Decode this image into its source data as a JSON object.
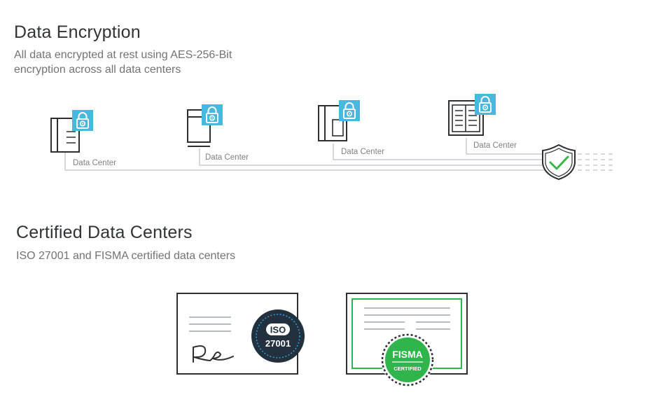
{
  "encryption": {
    "title": "Data Encryption",
    "description_line1": "All data encrypted at rest using AES-256-Bit",
    "description_line2": "encryption across all data centers",
    "data_centers": [
      {
        "label": "Data Center"
      },
      {
        "label": "Data Center"
      },
      {
        "label": "Data Center"
      },
      {
        "label": "Data Center"
      }
    ]
  },
  "certification": {
    "title": "Certified Data Centers",
    "description": "ISO 27001 and FISMA certified data centers",
    "iso_badge": {
      "line1": "ISO",
      "line2": "27001"
    },
    "fisma_badge": {
      "line1": "FISMA",
      "line2": "CERTIFIED"
    }
  },
  "colors": {
    "lock_blue": "#49b8de",
    "shield_green": "#3bb54a",
    "fisma_green": "#2fb54b",
    "iso_dark": "#23303d",
    "line_gray": "#c7ccd0"
  },
  "icons": [
    "server-icon",
    "padlock-icon",
    "shield-check-icon",
    "certificate-icon",
    "signature-icon"
  ]
}
